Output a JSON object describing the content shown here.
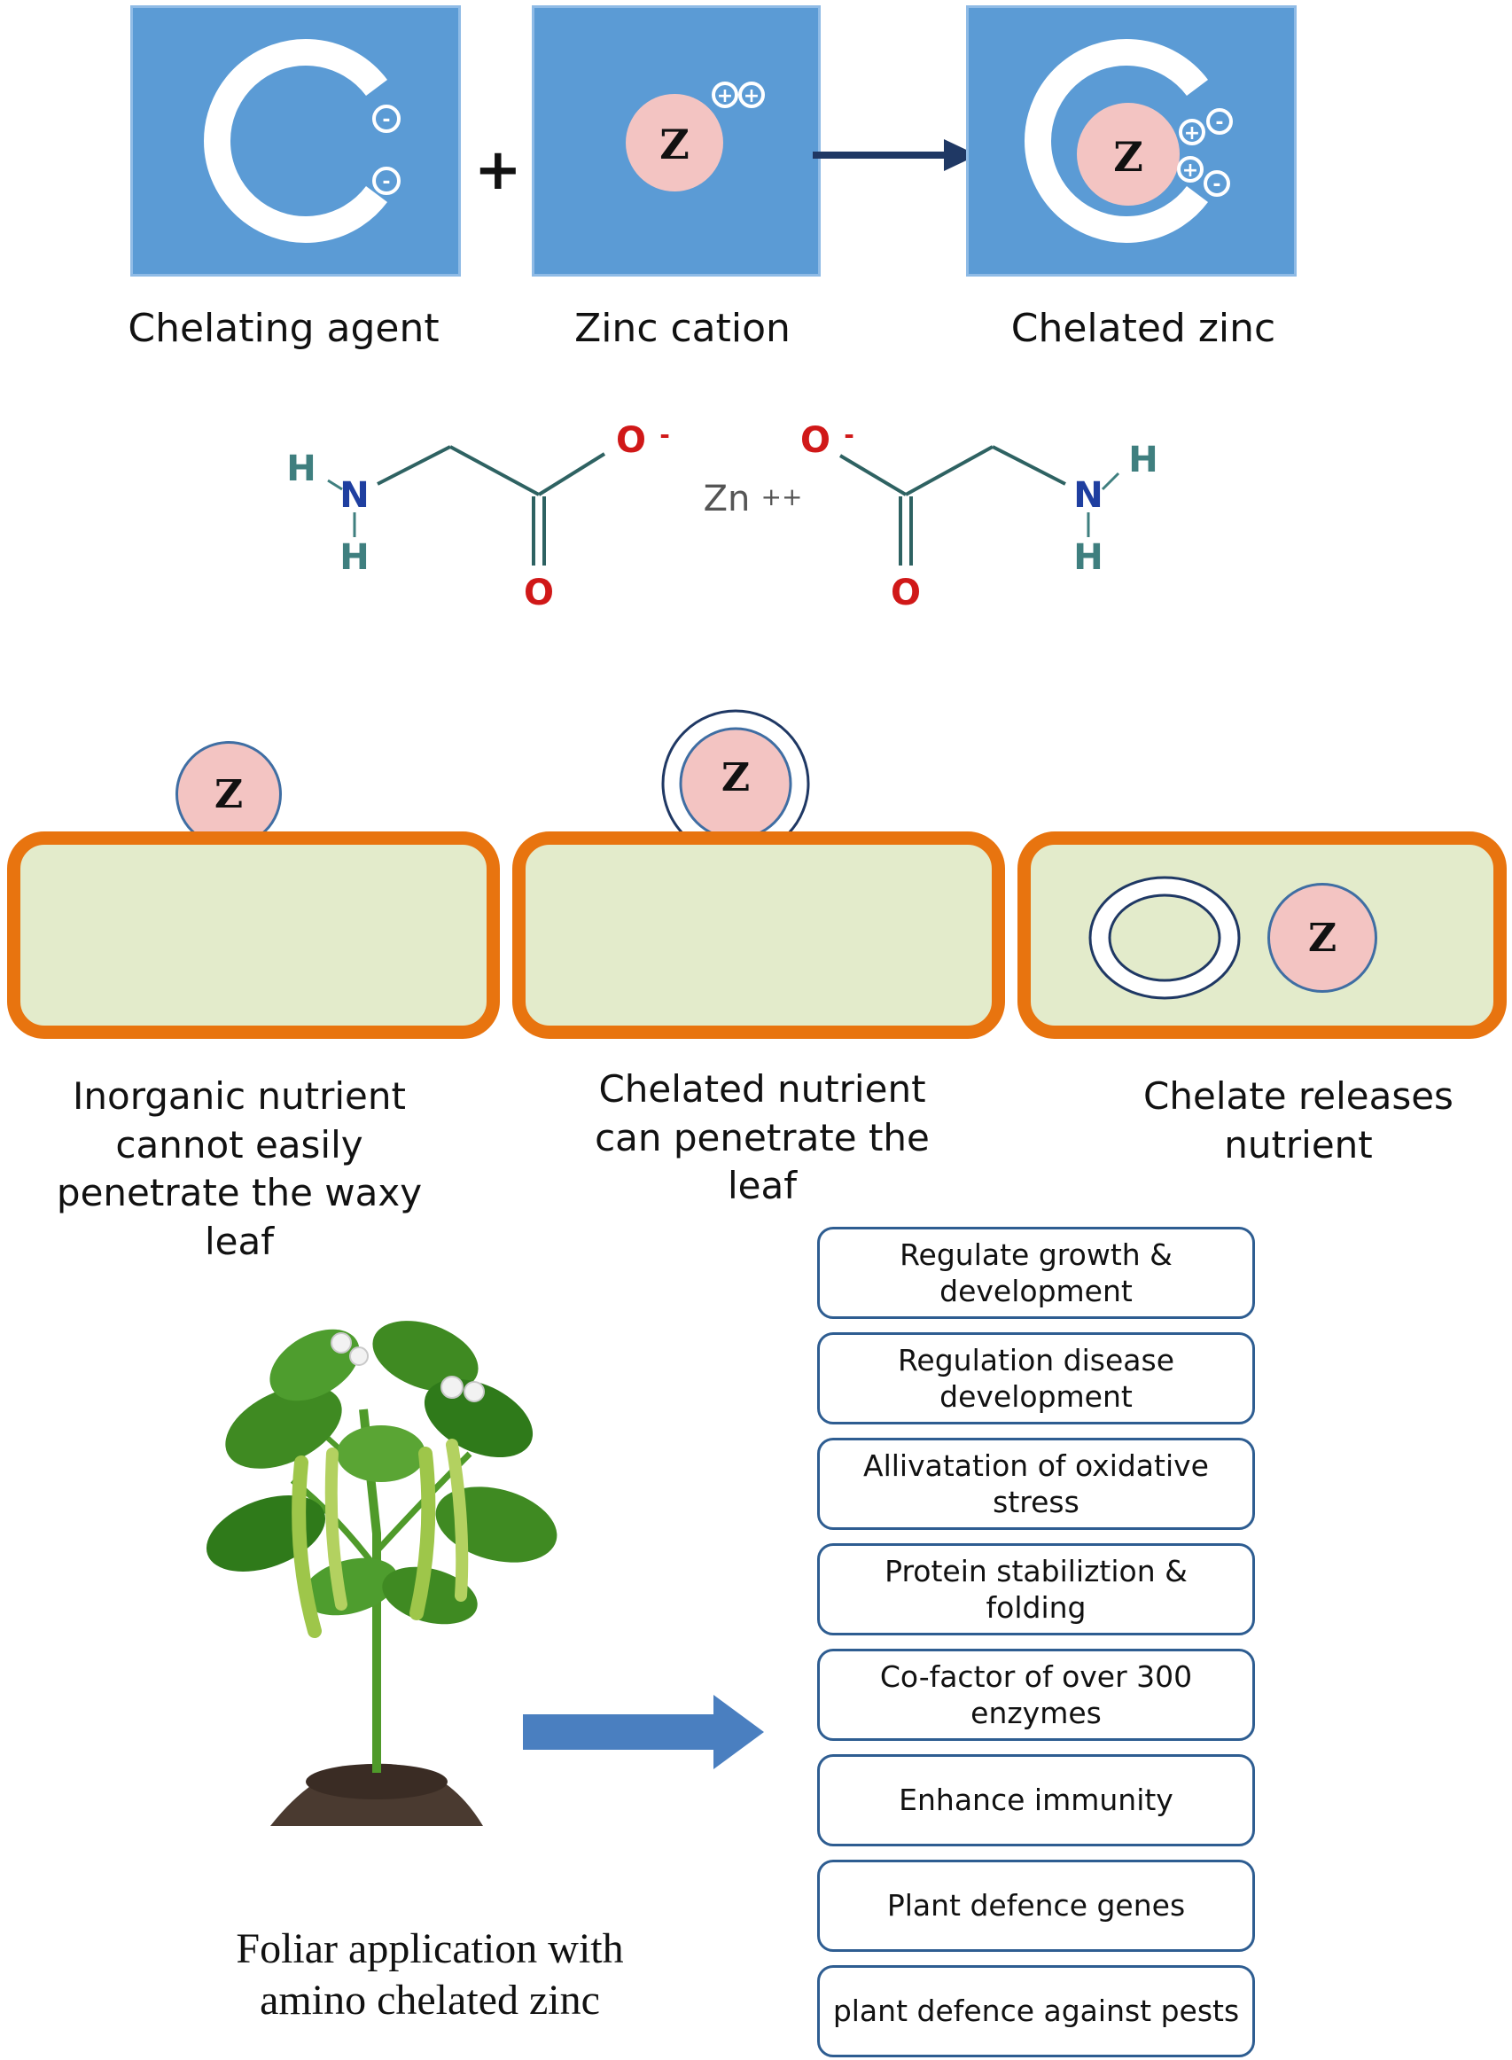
{
  "top_row": {
    "panels": [
      {
        "caption": "Chelating agent"
      },
      {
        "caption": "Zinc cation"
      },
      {
        "caption": "Chelated zinc"
      }
    ],
    "plus_symbol": "+",
    "zinc_letter": "Z",
    "minus_sign": "-",
    "plus_sign": "+"
  },
  "molecule": {
    "left": {
      "h_top": "H",
      "n": "N",
      "h_bottom": "H",
      "o_minus": "O",
      "o_charge": "-",
      "o_double": "O"
    },
    "center": {
      "zn": "Zn",
      "charge": "++"
    },
    "right": {
      "h_top": "H",
      "n": "N",
      "h_bottom": "H",
      "o_minus": "O",
      "o_charge": "-",
      "o_double": "O"
    }
  },
  "leaf_row": {
    "captions": [
      "Inorganic nutrient cannot easily penetrate the waxy leaf",
      "Chelated nutrient can penetrate the leaf",
      "Chelate releases nutrient"
    ]
  },
  "plant_caption": "Foliar application with amino chelated zinc",
  "benefits": [
    "Regulate growth & development",
    "Regulation disease development",
    "Allivatation of oxidative stress",
    "Protein stabiliztion & folding",
    "Co-factor of over 300 enzymes",
    "Enhance immunity",
    "Plant defence genes",
    "plant defence against pests"
  ],
  "colors": {
    "panel_blue": "#5b9bd5",
    "cell_wall_orange": "#e8740f",
    "cell_fill": "#e3ebcb",
    "zinc_pink": "#f3c4c2",
    "arrow_blue": "#4a7fc0",
    "box_border": "#2e5d91"
  }
}
